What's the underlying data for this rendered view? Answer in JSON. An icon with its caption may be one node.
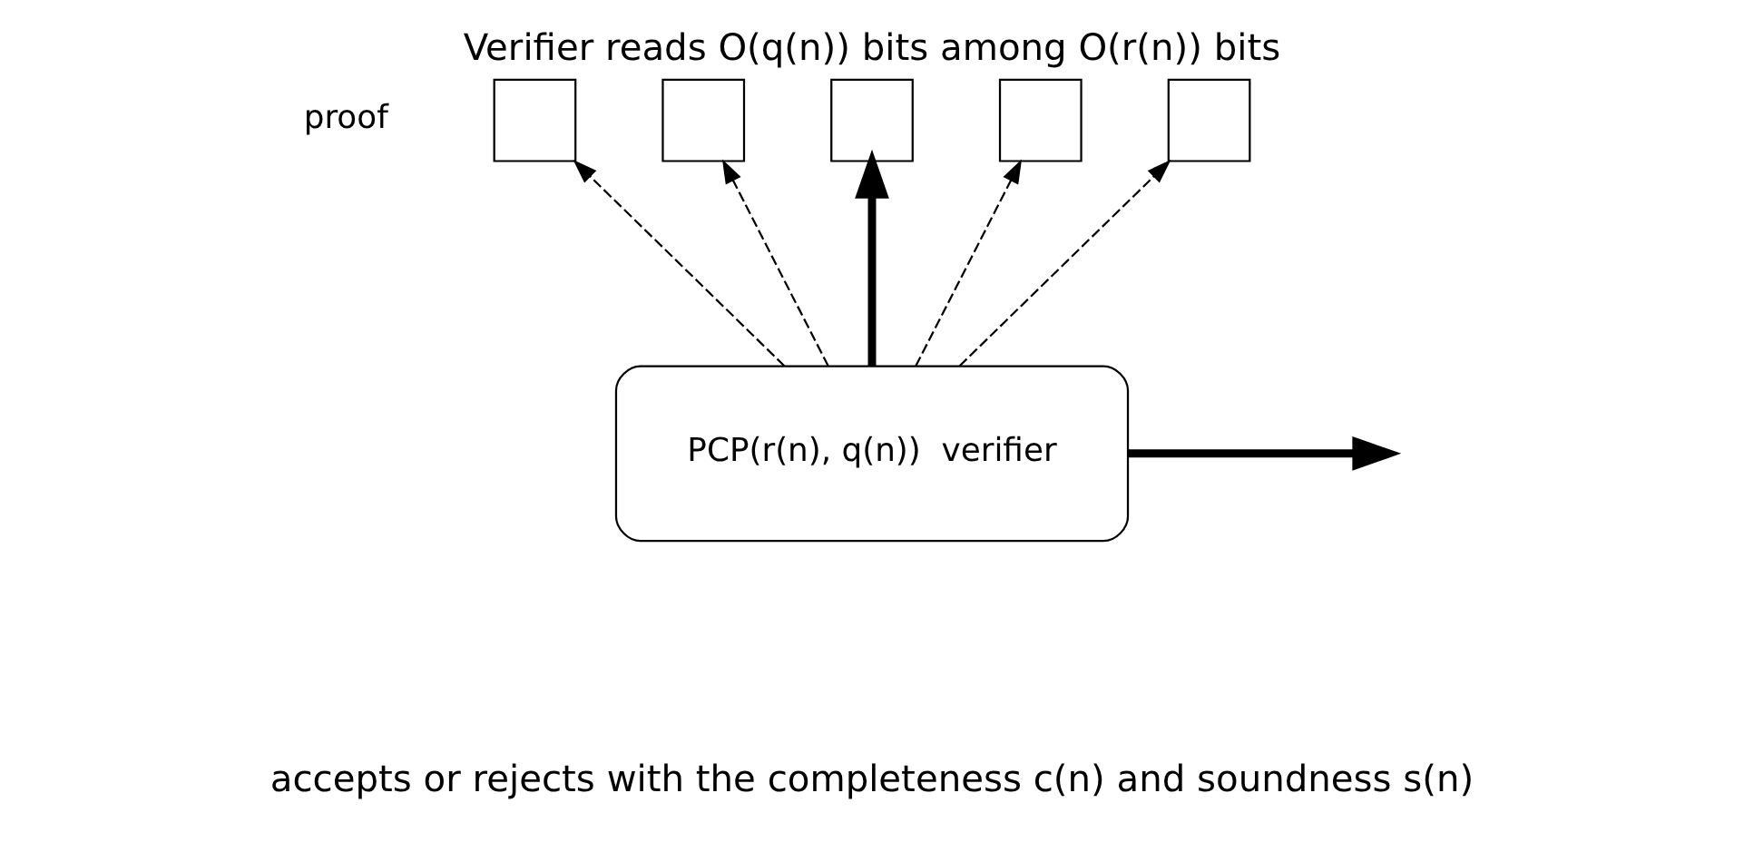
{
  "diagram": {
    "title": "Verifier reads O(q(n)) bits among O(r(n)) bits",
    "caption": "accepts or rejects with the completeness c(n) and soundness s(n)",
    "nodes": [
      {
        "text": [],
        "shape": "box"
      },
      {
        "text": [],
        "shape": "box"
      },
      {
        "text": [],
        "shape": "box"
      },
      {
        "text": [],
        "shape": "box"
      },
      {
        "text": [],
        "shape": "box"
      },
      {
        "text": [
          "PCP(r(n), q(n))  verifier"
        ]
      }
    ],
    "edges": [
      {
        "from": 5,
        "to": 0,
        "arrow": "to",
        "style": "dashed"
      },
      {
        "from": 5,
        "to": 1,
        "arrow": "to",
        "style": "dashed"
      },
      {
        "from": 5,
        "to": 2,
        "arrow": "to",
        "style": "thick"
      },
      {
        "from": 5,
        "to": 3,
        "arrow": "to",
        "style": "dashed"
      },
      {
        "from": 5,
        "to": 4,
        "arrow": "to",
        "style": "dashed"
      },
      {
        "from": 5,
        "to": null,
        "arrow": "to",
        "style": "thick"
      }
    ],
    "labels": [
      "proof"
    ]
  }
}
